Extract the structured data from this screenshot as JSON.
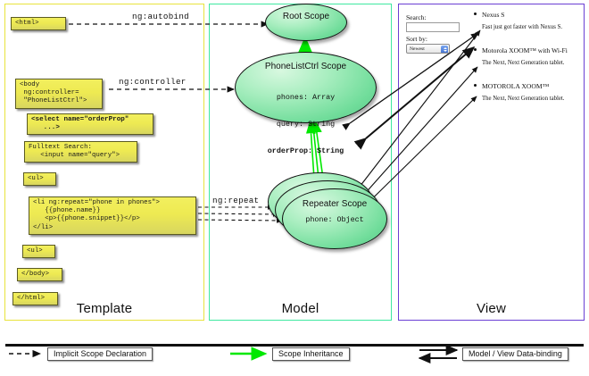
{
  "panels": [
    {
      "id": "template",
      "label": "Template",
      "border_color": "#e8e33c"
    },
    {
      "id": "model",
      "label": "Model",
      "border_color": "#3fe8a0"
    },
    {
      "id": "view",
      "label": "View",
      "border_color": "#6a3fd4"
    }
  ],
  "template": {
    "boxes": [
      {
        "name": "html-open",
        "text": "<html>"
      },
      {
        "name": "body-open",
        "text": "<body\n ng:controller=\n \"PhoneListCtrl\">"
      },
      {
        "name": "select",
        "text": "<select name=\"orderProp\"\n   ...>"
      },
      {
        "name": "fulltext",
        "text": "Fulltext Search:\n   <input name=\"query\">"
      },
      {
        "name": "ul-open",
        "text": "<ul>"
      },
      {
        "name": "li-repeat",
        "text": "<li ng:repeat=\"phone in phones\">\n   {{phone.name}}\n   <p>{{phone.snippet}}</p>\n</li>"
      },
      {
        "name": "ul-close",
        "text": "<ul>"
      },
      {
        "name": "body-close",
        "text": "</body>"
      },
      {
        "name": "html-close",
        "text": "</html>"
      }
    ]
  },
  "connector_labels": [
    {
      "name": "ng-autobind",
      "text": "ng:autobind"
    },
    {
      "name": "ng-controller",
      "text": "ng:controller"
    },
    {
      "name": "ng-repeat",
      "text": "ng:repeat"
    }
  ],
  "model": {
    "scopes": [
      {
        "name": "root-scope",
        "title": "Root\nScope",
        "props": ""
      },
      {
        "name": "phonelistctrl-scope",
        "title": "PhoneListCtrl\nScope",
        "props_lines": [
          "phones: Array",
          "query: String"
        ],
        "props_bold": "orderProp: String"
      },
      {
        "name": "repeater-scope",
        "title": "Repeater\nScope",
        "props": "phone: Object"
      }
    ]
  },
  "view": {
    "search_label": "Search:",
    "search_value": "",
    "sort_label": "Sort by:",
    "sort_selected": "Newest",
    "phones": [
      {
        "name": "Nexus S",
        "snippet": "Fast just got faster with Nexus S."
      },
      {
        "name": "Motorola XOOM™ with Wi-Fi",
        "snippet": "The Next, Next Generation tablet."
      },
      {
        "name": "MOTOROLA XOOM™",
        "snippet": "The Next, Next Generation tablet."
      }
    ]
  },
  "legend": [
    {
      "name": "implicit-scope-declaration",
      "label": "Implicit Scope Declaration",
      "style": "dashed-arrow",
      "color": "#111111"
    },
    {
      "name": "scope-inheritance",
      "label": "Scope Inheritance",
      "style": "green-arrow",
      "color": "#00e800"
    },
    {
      "name": "model-view-data-binding",
      "label": "Model / View Data-binding",
      "style": "double-arrow",
      "color": "#111111"
    }
  ]
}
